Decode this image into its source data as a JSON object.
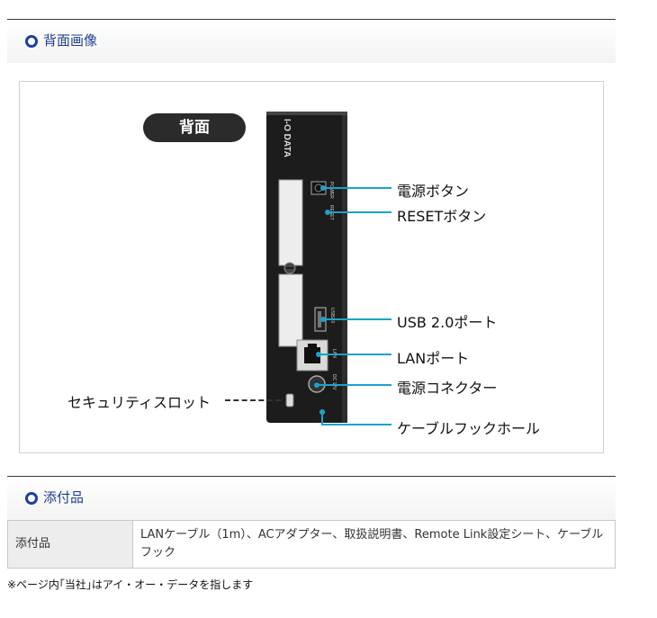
{
  "rear": {
    "section_title": "背面画像",
    "badge": "背面",
    "labels": {
      "power_button": "電源ボタン",
      "reset_button": "RESETボタン",
      "usb_port": "USB 2.0ポート",
      "lan_port": "LANポート",
      "power_connector": "電源コネクター",
      "security_slot": "セキュリティスロット",
      "cable_hook": "ケーブルフックホール"
    },
    "device_text": {
      "brand": "I-O DATA",
      "power": "POWER",
      "reset": "RESET",
      "usb": "USB2.0",
      "lan": "LAN",
      "dc": "DC 12V"
    }
  },
  "accessories": {
    "section_title": "添付品",
    "header": "添付品",
    "value": "LANケーブル（1m）、ACアダプター、取扱説明書、Remote Link設定シート、ケーブルフック"
  },
  "note": "※ページ内｢当社｣はアイ・オー・データを指します",
  "colors": {
    "accent": "#1a3f9e",
    "callout_line": "#1aa3c8"
  }
}
